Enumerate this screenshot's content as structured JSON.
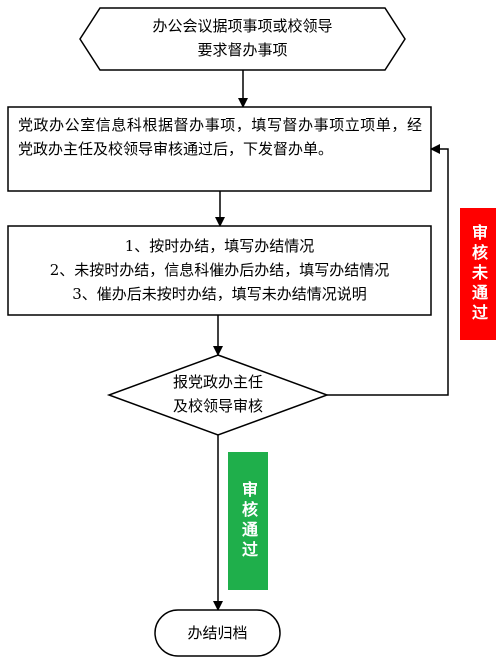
{
  "steps": {
    "start": {
      "line1": "办公会议据项事项或校领导",
      "line2": "要求督办事项"
    },
    "register": {
      "text": "党政办公室信息科根据督办事项，填写督办事项立项单，经党政办主任及校领导审核通过后，下发督办单。"
    },
    "handle": {
      "line1": "1、按时办结，填写办结情况",
      "line2": "2、未按时办结，信息科催办后办结，填写办结情况",
      "line3": "3、催办后未按时办结，填写未办结情况说明"
    },
    "review": {
      "line1": "报党政办主任",
      "line2": "及校领导审核"
    },
    "archive": {
      "text": "办结归档"
    }
  },
  "badges": {
    "rejected": {
      "text": "审核未通过",
      "color": "#ff0000"
    },
    "approved": {
      "text": "审核通过",
      "color": "#1faf4b"
    }
  }
}
